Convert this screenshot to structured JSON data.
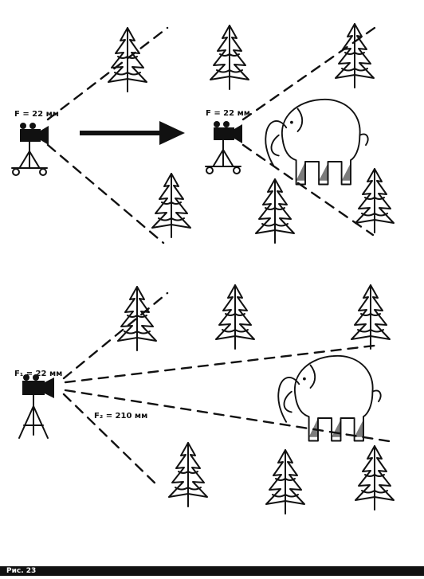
{
  "top_panel": {
    "camera_left_label": "F = 22 мм",
    "camera_right_label": "F = 22 мм"
  },
  "bottom_panel": {
    "camera_label_f1": "F₁ = 22 мм",
    "lens_label_f2": "F₂ = 210 мм"
  },
  "caption": "Рис. 23"
}
